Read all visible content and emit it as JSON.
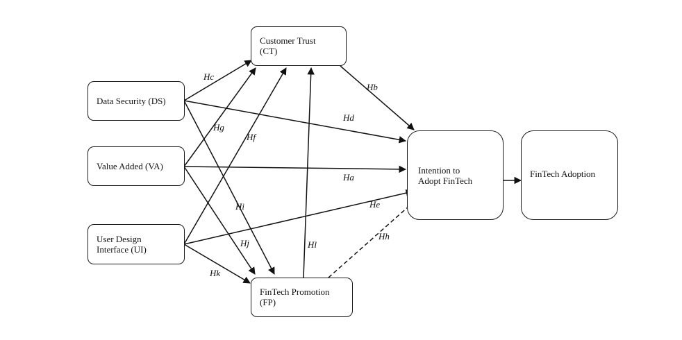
{
  "diagram": {
    "title": "FinTech adoption conceptual model",
    "nodes": {
      "ds": {
        "label": "Data Security (DS)"
      },
      "va": {
        "label": "Value Added (VA)"
      },
      "ui": {
        "label": "User Design\nInterface (UI)"
      },
      "ct": {
        "label": "Customer Trust\n(CT)"
      },
      "fp": {
        "label": "FinTech Promotion\n(FP)"
      },
      "ita": {
        "label": "Intention to\nAdopt FinTech"
      },
      "fa": {
        "label": "FinTech Adoption"
      }
    },
    "edges": [
      {
        "id": "hc",
        "from": "ds",
        "to": "ct",
        "label": "Hc",
        "style": "solid"
      },
      {
        "id": "hg",
        "from": "va",
        "to": "ct",
        "label": "Hg",
        "style": "solid"
      },
      {
        "id": "hf",
        "from": "ui",
        "to": "ct",
        "label": "Hf",
        "style": "solid"
      },
      {
        "id": "hl",
        "from": "fp",
        "to": "ct",
        "label": "Hl",
        "style": "solid"
      },
      {
        "id": "hb",
        "from": "ct",
        "to": "ita",
        "label": "Hb",
        "style": "solid"
      },
      {
        "id": "hd",
        "from": "ds",
        "to": "ita",
        "label": "Hd",
        "style": "solid"
      },
      {
        "id": "ha",
        "from": "va",
        "to": "ita",
        "label": "Ha",
        "style": "solid"
      },
      {
        "id": "he",
        "from": "ui",
        "to": "ita",
        "label": "He",
        "style": "solid"
      },
      {
        "id": "hh",
        "from": "fp",
        "to": "ita",
        "label": "Hh",
        "style": "dashed"
      },
      {
        "id": "hi",
        "from": "ds",
        "to": "fp",
        "label": "Hi",
        "style": "solid"
      },
      {
        "id": "hj",
        "from": "va",
        "to": "fp",
        "label": "Hj",
        "style": "solid"
      },
      {
        "id": "hk",
        "from": "ui",
        "to": "fp",
        "label": "Hk",
        "style": "solid"
      },
      {
        "id": "out",
        "from": "ita",
        "to": "fa",
        "label": "",
        "style": "solid"
      }
    ]
  }
}
